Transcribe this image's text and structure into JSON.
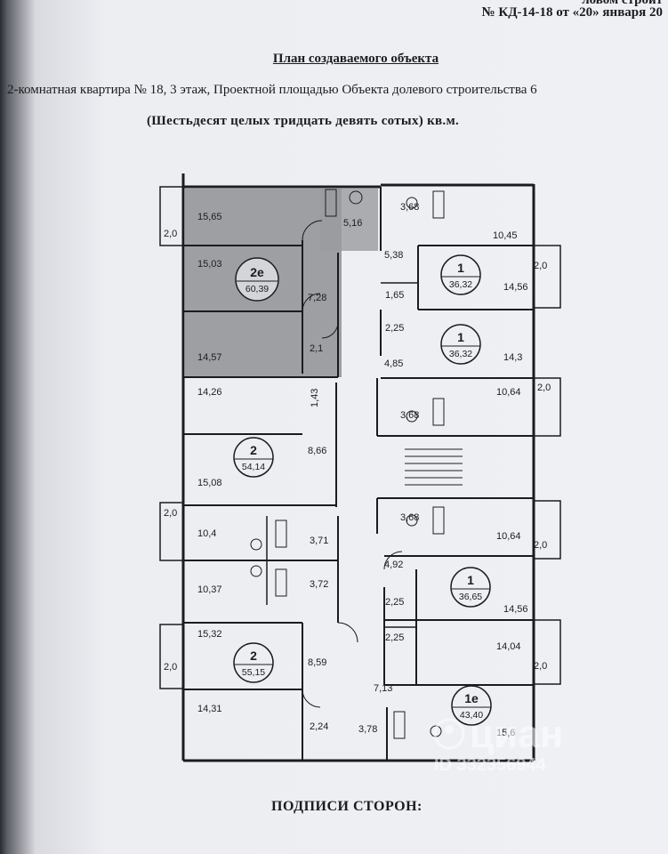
{
  "header": {
    "top_line": "ловом строит",
    "contract_line": "№ КД-14-18 от «20» января 20"
  },
  "title": "План создаваемого объекта",
  "description_line1": "2-комнатная квартира № 18, 3 этаж, Проектной площадью Объекта долевого строительства 6",
  "description_line2": "(Шестьдесят целых тридцать девять сотых) кв.м.",
  "signatures": "ПОДПИСИ СТОРОН:",
  "watermark": {
    "brand": "циан",
    "id_text": "ID 332356944"
  },
  "floor_plan": {
    "apartment_markers": [
      {
        "code": "2е",
        "area": "60,39"
      },
      {
        "code": "1",
        "area": "36,32"
      },
      {
        "code": "1",
        "area": "36,32"
      },
      {
        "code": "2",
        "area": "54,14"
      },
      {
        "code": "1",
        "area": "36,65"
      },
      {
        "code": "2",
        "area": "55,15"
      },
      {
        "code": "1е",
        "area": "43,40"
      }
    ],
    "room_areas": [
      "15,65",
      "2,0",
      "5,16",
      "3,68",
      "10,45",
      "15,03",
      "5,38",
      "2,0",
      "7,28",
      "1,65",
      "14,56",
      "2,25",
      "14,57",
      "2,1",
      "14,3",
      "4,85",
      "2,0",
      "14,26",
      "1,43",
      "10,64",
      "3,68",
      "8,66",
      "15,08",
      "2,0",
      "3,68",
      "10,64",
      "10,4",
      "3,71",
      "2,0",
      "4,92",
      "10,37",
      "3,72",
      "2,25",
      "14,56",
      "15,32",
      "2,25",
      "14,04",
      "2,0",
      "8,59",
      "2,0",
      "7,13",
      "14,31",
      "2,24",
      "3,78",
      "15,6"
    ]
  }
}
